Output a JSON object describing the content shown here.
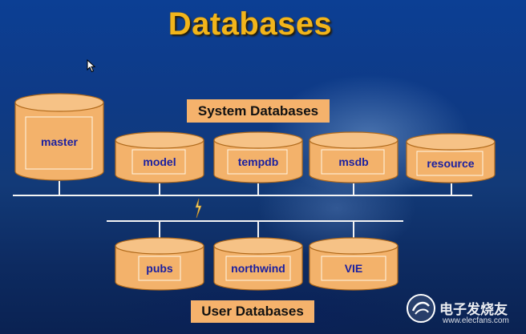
{
  "title": "Databases",
  "system_label": "System Databases",
  "user_label": "User Databases",
  "system_databases": [
    "master",
    "model",
    "tempdb",
    "msdb",
    "resource"
  ],
  "user_databases": [
    "pubs",
    "northwind",
    "VIE"
  ],
  "watermark": {
    "name": "电子发烧友",
    "url": "www.elecfans.com"
  },
  "colors": {
    "title": "#f2b51b",
    "cylinder_fill": "#f3b26b",
    "cylinder_edge": "#b06a1c",
    "label_text": "#1a1fa0",
    "label_box": "#f5b26c",
    "background": "#0e3a86"
  }
}
